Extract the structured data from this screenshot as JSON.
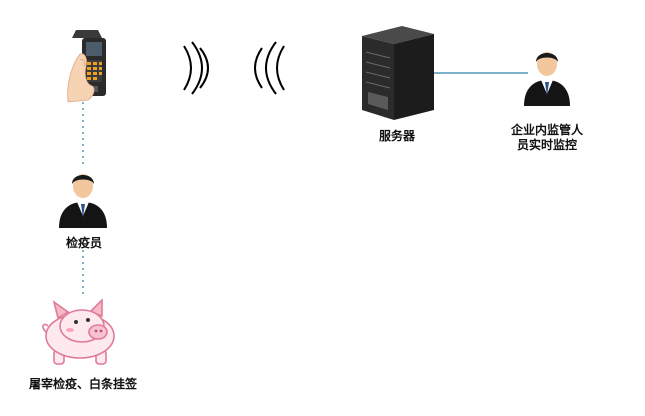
{
  "nodes": {
    "scanner": {
      "label": ""
    },
    "inspector": {
      "label": "检疫员"
    },
    "pig": {
      "label": "屠宰检疫、白条挂签"
    },
    "server": {
      "label": "服务器"
    },
    "supervisor": {
      "label_line1": "企业内监管人",
      "label_line2": "员实时监控"
    }
  },
  "colors": {
    "dotted_link": "#2e7d9a",
    "network_link": "#2f7fa8",
    "server_body": "#1f1f1f",
    "suit": "#111111",
    "skin": "#f2c79e",
    "pig_outline": "#e07c9a",
    "pig_fill": "#fde9ee"
  },
  "icons": [
    "handheld-scanner-icon",
    "wireless-signal-icon",
    "server-icon",
    "person-icon",
    "pig-icon"
  ]
}
